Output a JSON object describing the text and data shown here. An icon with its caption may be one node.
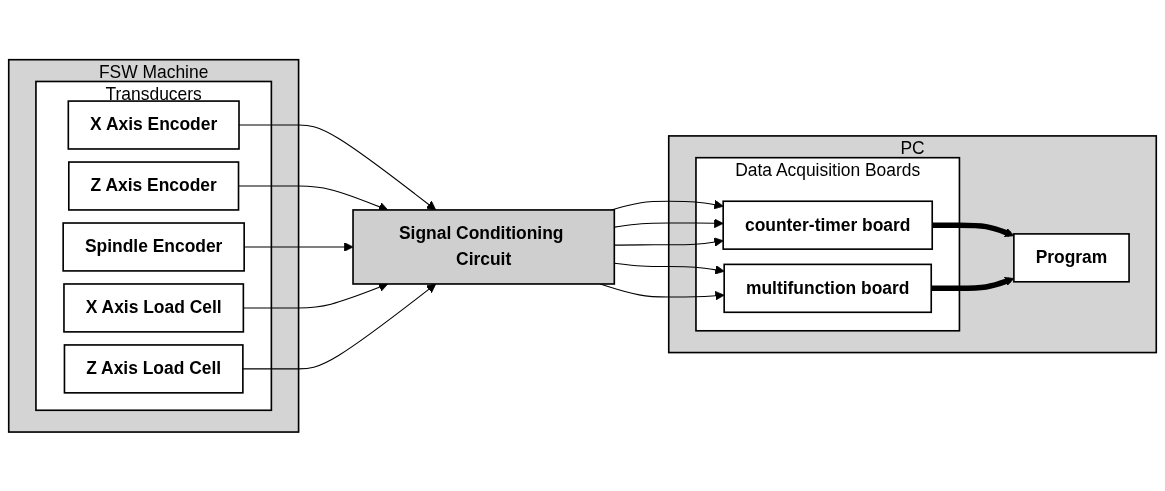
{
  "diagram": {
    "nodes": [
      {
        "text": [
          "FSW Machine"
        ]
      },
      {
        "text": [
          "Transducers"
        ],
        "in": 0
      },
      {
        "text": [
          "X Axis Encoder"
        ],
        "in": 1
      },
      {
        "text": [
          "Z Axis Encoder"
        ],
        "in": 1
      },
      {
        "text": [
          "Spindle Encoder"
        ],
        "in": 1
      },
      {
        "text": [
          "X Axis Load Cell"
        ],
        "in": 1
      },
      {
        "text": [
          "Z Axis Load Cell"
        ],
        "in": 1
      },
      {
        "text": [
          "Signal Conditioning Circuit"
        ]
      },
      {
        "text": [
          "PC"
        ]
      },
      {
        "text": [
          "Data Acquisition Boards"
        ],
        "in": 8
      },
      {
        "text": [
          "counter-timer board"
        ],
        "in": 9
      },
      {
        "text": [
          "multifunction board"
        ],
        "in": 9
      },
      {
        "text": [
          "Program"
        ],
        "in": 8
      }
    ],
    "edges": [
      {
        "from": 2,
        "to": 7,
        "arrow": "to"
      },
      {
        "from": 3,
        "to": 7,
        "arrow": "to"
      },
      {
        "from": 4,
        "to": 7,
        "arrow": "to"
      },
      {
        "from": 5,
        "to": 7,
        "arrow": "to"
      },
      {
        "from": 6,
        "to": 7,
        "arrow": "to"
      },
      {
        "from": 7,
        "to": 10,
        "arrow": "to"
      },
      {
        "from": 7,
        "to": 10,
        "arrow": "to"
      },
      {
        "from": 7,
        "to": 10,
        "arrow": "to"
      },
      {
        "from": 7,
        "to": 11,
        "arrow": "to"
      },
      {
        "from": 7,
        "to": 11,
        "arrow": "to"
      },
      {
        "from": 10,
        "to": 12,
        "arrow": "to",
        "style": "thick"
      },
      {
        "from": 11,
        "to": 12,
        "arrow": "to",
        "style": "thick"
      }
    ]
  }
}
